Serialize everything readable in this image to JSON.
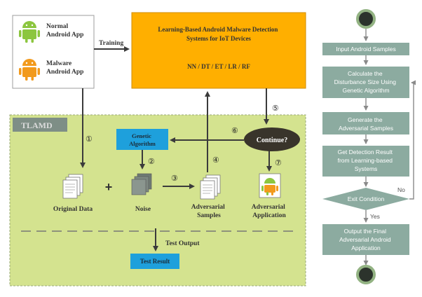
{
  "left": {
    "apps": [
      {
        "label_1": "Normal",
        "label_2": "Android App"
      },
      {
        "label_1": "Malware",
        "label_2": "Android App"
      }
    ],
    "training_label": "Training",
    "system_box": {
      "title_1": "Learning-Based Android Malware Detection",
      "title_2": "Systems for IoT Devices",
      "models": "NN / DT / ET / LR / RF"
    },
    "tlamd_label": "TLAMD",
    "step_markers": [
      "①",
      "②",
      "③",
      "④",
      "⑤",
      "⑥",
      "⑦"
    ],
    "genetic_box": {
      "line_1": "Genetic",
      "line_2": "Algorithm"
    },
    "continue_label": "Continue?",
    "nodes": {
      "original": "Original Data",
      "plus": "+",
      "noise": "Noise",
      "adversarial_1": "Adversarial",
      "adversarial_2": "Samples",
      "application_1": "Adversarial",
      "application_2": "Application"
    },
    "test_output_label": "Test Output",
    "test_result_label": "Test Result"
  },
  "flowchart": {
    "steps": [
      {
        "lines": [
          "Input Android Samples"
        ]
      },
      {
        "lines": [
          "Calculate the",
          "Disturbance Size  Using",
          "Genetic Algorithm"
        ]
      },
      {
        "lines": [
          "Generate the",
          "Adversarial Samples"
        ]
      },
      {
        "lines": [
          "Get Detection Result",
          "from Learning-based",
          "Systems"
        ]
      }
    ],
    "decision": "Exit Condition",
    "no_label": "No",
    "yes_label": "Yes",
    "output": {
      "lines": [
        "Output the Final",
        "Adversarial Android",
        "Application"
      ]
    }
  }
}
